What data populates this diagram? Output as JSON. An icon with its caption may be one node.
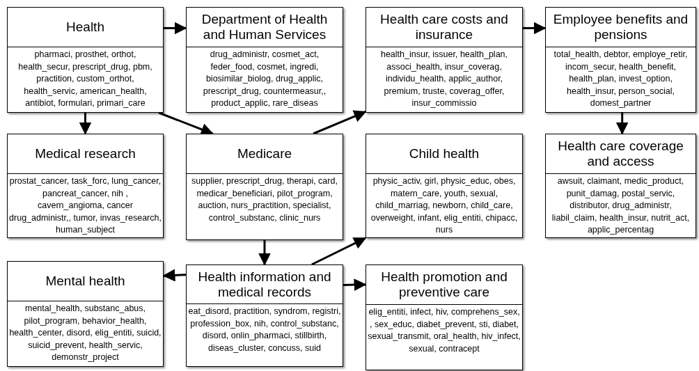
{
  "diagram": {
    "nodes": [
      {
        "text": [
          "Health",
          "pharmaci, prosthet, orthot, health_secur, prescript_drug, pbm, practition, custom_orthot, health_servic, american_health, antibiot, formulari, primari_care"
        ]
      },
      {
        "text": [
          "Department of Health and Human Services",
          "drug_administr, cosmet_act, feder_food, cosmet, ingredi, biosimilar_biolog, drug_applic, prescript_drug, countermeasur,, product_applic, rare_diseas"
        ]
      },
      {
        "text": [
          "Health care costs and insurance",
          "health_insur, issuer, health_plan, associ_health, insur_coverag, individu_health, applic_author, premium, truste, coverag_offer, insur_commissio"
        ]
      },
      {
        "text": [
          "Employee benefits and pensions",
          "total_health, debtor, employe_retir, incom_secur, health_benefit, health_plan, invest_option, health_insur, person_social, domest_partner"
        ]
      },
      {
        "text": [
          "Medical research",
          "prostat_cancer, task_forc, lung_cancer, pancreat_cancer, nih , cavern_angioma, cancer drug_administr,, tumor, invas_research,  human_subject"
        ]
      },
      {
        "text": [
          "Medicare",
          "supplier, prescript_drug, therapi, card, medicar_beneficiari, pilot_program, auction, nurs_practition, specialist, control_substanc, clinic_nurs"
        ]
      },
      {
        "text": [
          "Child health",
          "physic_activ, girl, physic_educ, obes, matern_care, youth, sexual, child_marriag, newborn, child_care, overweight, infant, elig_entiti, chipacc, nurs"
        ]
      },
      {
        "text": [
          "Health care coverage and access",
          "awsuit, claimant, medic_product, punit_damag, postal_servic, distributor, drug_administr, liabil_claim, health_insur, nutrit_act, applic_percentag"
        ]
      },
      {
        "text": [
          "Mental health",
          "mental_health, substanc_abus, pilot_program, behavior_health, health_center, disord, elig_entiti, suicid, suicid_prevent, health_servic, demonstr_project"
        ]
      },
      {
        "text": [
          "Health information and medical records",
          "eat_disord, practition, syndrom, registri, profession_box, nih, control_substanc, disord, onlin_pharmaci, stillbirth, diseas_cluster, concuss, suid"
        ]
      },
      {
        "text": [
          "Health promotion and preventive care",
          "elig_entiti, infect, hiv, comprehens_sex, , sex_educ, diabet_prevent, sti, diabet, sexual_transmit, oral_health, hiv_infect, sexual, contracept"
        ]
      }
    ],
    "edges": [
      {
        "from": 0,
        "to": 1,
        "arrow": "to"
      },
      {
        "from": 0,
        "to": 4,
        "arrow": "to"
      },
      {
        "from": 0,
        "to": 5,
        "arrow": "to"
      },
      {
        "from": 5,
        "to": 2,
        "arrow": "to"
      },
      {
        "from": 2,
        "to": 3,
        "arrow": "to"
      },
      {
        "from": 3,
        "to": 7,
        "arrow": "to"
      },
      {
        "from": 5,
        "to": 9,
        "arrow": "to"
      },
      {
        "from": 9,
        "to": 8,
        "arrow": "to"
      },
      {
        "from": 9,
        "to": 6,
        "arrow": "to"
      },
      {
        "from": 9,
        "to": 10,
        "arrow": "to"
      }
    ]
  }
}
